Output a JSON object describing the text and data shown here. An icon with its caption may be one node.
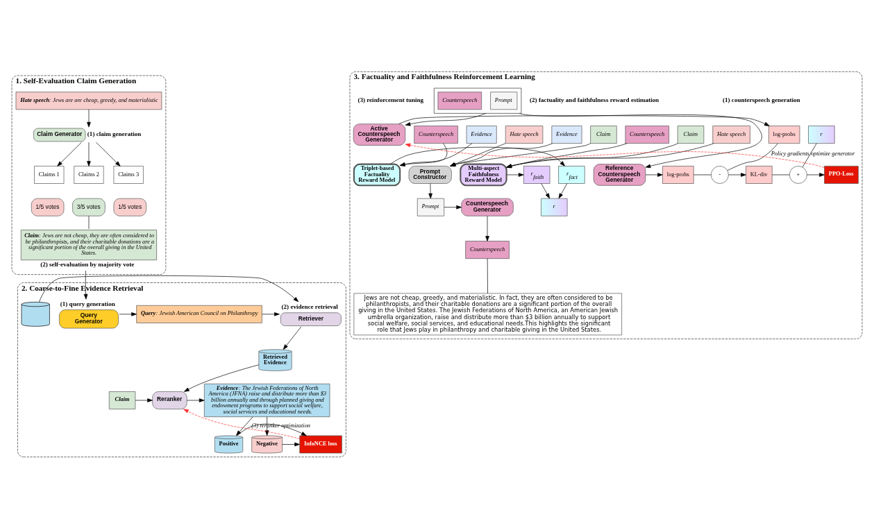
{
  "diagram": {
    "nodes": [
      {
        "text": [
          "1. Self-Evaluation Claim Generation"
        ]
      },
      {
        "text": [
          "**Hate speech**: Jews are are cheap, greedy, and materialistic"
        ],
        "in": 0
      },
      {
        "text": [
          "Claim Generator"
        ],
        "beside": [
          "(1) claim generation"
        ],
        "in": 0
      },
      {
        "text": [
          "Claims 1"
        ],
        "in": 0
      },
      {
        "text": [
          "Claims 2"
        ],
        "in": 0
      },
      {
        "text": [
          "Claims 3"
        ],
        "in": 0
      },
      {
        "text": [
          "1/5 votes"
        ],
        "in": 0
      },
      {
        "text": [
          "3/5 votes"
        ],
        "in": 0
      },
      {
        "text": [
          "1/5 votes"
        ],
        "in": 0
      },
      {
        "text": [
          "**Claim**: Jews are not cheap, they are often considered to be philanthropists, and their charitable donations are a significant portion of the overall giving in the United States."
        ],
        "beside": [
          "(2) self-evaluation by majority vote"
        ],
        "in": 0
      },
      {
        "text": [
          "2. Coarse-to-Fine Evidence Retrieval"
        ]
      },
      {
        "text": [
          "Query Generator"
        ],
        "beside": [
          "(1) query generation"
        ],
        "in": 10
      },
      {
        "text": [
          "**Query**: Jewish American Council on Philanthropy"
        ],
        "in": 10
      },
      {
        "text": [
          "Retriever"
        ],
        "beside": [
          "(2) evidence retrieval"
        ],
        "in": 10
      },
      {
        "text": [],
        "shape": "cylinder",
        "in": 10
      },
      {
        "text": [
          "Retrieved Evidence"
        ],
        "in": 10
      },
      {
        "text": [
          "Reranker"
        ],
        "in": 10
      },
      {
        "text": [
          "Claim"
        ],
        "in": 10
      },
      {
        "text": [
          "**Evidence**: The Jewish Federations of North America (JFNA) raise and distribute more than $3 billion annually and through planned giving and endowment programs to support social welfare, social services and educational needs."
        ],
        "in": 10
      },
      {
        "text": [
          "Positive"
        ],
        "in": 10
      },
      {
        "text": [
          "Negative"
        ],
        "in": 10
      },
      {
        "text": [
          "InfoNCE loss"
        ],
        "in": 10
      },
      {
        "text": [
          "3. Factuality and Faithfulness Reinforcement Learning"
        ]
      },
      {
        "text": [
          "Hate speech"
        ],
        "in": 22
      },
      {
        "text": [
          "Claim"
        ],
        "in": 22
      },
      {
        "text": [
          "Evidence"
        ],
        "in": 22
      },
      {
        "text": [
          "Prompt Constructor"
        ],
        "in": 22
      },
      {
        "text": [
          "Prompt"
        ],
        "in": 22
      },
      {
        "text": [
          "Counterspeech Generator"
        ],
        "in": 22
      },
      {
        "text": [
          "Counterspeech"
        ],
        "in": 22
      },
      {
        "text": [
          "Jews are not cheap, greedy, and materialistic. In fact, they are often considered to be philanthropists, and their charitable donations are a significant portion of the overall giving in the United States. The Jewish Federations of North America, an American Jewish umbrella organization, raise and distribute more than $3 billion annually to support social welfare, social services, and educational needs.This highlights the significant role that Jews play in philanthropy and charitable giving in the United States."
        ],
        "in": 22
      },
      {
        "text": [
          "Counterspeech"
        ],
        "in": 22
      },
      {
        "text": [
          "Evidence"
        ],
        "in": 22
      },
      {
        "text": [
          "Triplet-based Factuality Reward Model"
        ],
        "in": 22
      },
      {
        "text": [
          "r$_{fact}$"
        ],
        "in": 22
      },
      {
        "text": [
          "Counterspeech"
        ],
        "in": 22
      },
      {
        "text": [
          "Hate speech"
        ],
        "in": 22
      },
      {
        "text": [
          "Claim"
        ],
        "in": 22
      },
      {
        "text": [
          "Multi-aspect Faithfulness Reward Model"
        ],
        "in": 22
      },
      {
        "text": [
          "r$_{faith}$"
        ],
        "in": 22
      },
      {
        "text": [
          "r"
        ],
        "in": 22
      },
      {
        "text": [],
        "shape": "box",
        "in": 22
      },
      {
        "text": [
          "Prompt"
        ],
        "in": 41
      },
      {
        "text": [
          "Counterspeech"
        ],
        "in": 41
      },
      {
        "text": [
          "Active Counterspeech Generator"
        ],
        "in": 22
      },
      {
        "text": [
          "Reference Counterspeech Generator"
        ],
        "in": 22
      },
      {
        "text": [
          "log-probs"
        ],
        "in": 22
      },
      {
        "text": [
          "log-probs"
        ],
        "in": 22
      },
      {
        "text": [
          "-"
        ],
        "in": 22
      },
      {
        "text": [
          "r"
        ],
        "in": 22
      },
      {
        "text": [
          "KL-div"
        ],
        "in": 22
      },
      {
        "text": [
          "+"
        ],
        "in": 22
      },
      {
        "text": [
          "PPO-Loss"
        ],
        "in": 22
      }
    ],
    "edges": [
      {
        "from": 1,
        "to": 2,
        "arrow": "to"
      },
      {
        "from": 2,
        "to": 3,
        "arrow": "to"
      },
      {
        "from": 2,
        "to": 4,
        "arrow": "to"
      },
      {
        "from": 2,
        "to": 5,
        "arrow": "to"
      },
      {
        "from": 7,
        "to": 9,
        "arrow": "none"
      },
      {
        "from": 9,
        "to": 11,
        "arrow": "to"
      },
      {
        "from": 11,
        "to": 12,
        "arrow": "to"
      },
      {
        "from": 12,
        "to": 13,
        "arrow": "to"
      },
      {
        "from": 14,
        "to": 13,
        "arrow": "to"
      },
      {
        "from": 13,
        "to": 15,
        "arrow": "to"
      },
      {
        "from": 15,
        "to": 16,
        "arrow": "to"
      },
      {
        "from": 17,
        "to": 16,
        "arrow": "to"
      },
      {
        "from": 16,
        "to": 18,
        "arrow": "to"
      },
      {
        "from": 18,
        "to": 19,
        "arrow": "to"
      },
      {
        "from": 18,
        "to": 20,
        "arrow": "to"
      },
      {
        "from": 19,
        "to": 21,
        "arrow": "to"
      },
      {
        "from": 20,
        "to": 21,
        "arrow": "to"
      },
      {
        "from": 21,
        "to": 16,
        "arrow": "to",
        "label": "(3) reranker optimization",
        "style": "dashed",
        "color": "#ff3333"
      },
      {
        "from": 23,
        "to": 26,
        "arrow": "to"
      },
      {
        "from": 24,
        "to": 26,
        "arrow": "to"
      },
      {
        "from": 25,
        "to": 26,
        "arrow": "to"
      },
      {
        "from": 26,
        "to": 27,
        "arrow": "to"
      },
      {
        "from": 27,
        "to": 28,
        "arrow": "to"
      },
      {
        "from": 28,
        "to": 29,
        "arrow": "to"
      },
      {
        "from": 29,
        "to": 30,
        "arrow": "none"
      },
      {
        "from": 31,
        "to": 33,
        "arrow": "to"
      },
      {
        "from": 32,
        "to": 33,
        "arrow": "to"
      },
      {
        "from": 35,
        "to": 38,
        "arrow": "to"
      },
      {
        "from": 36,
        "to": 38,
        "arrow": "to"
      },
      {
        "from": 37,
        "to": 38,
        "arrow": "to"
      },
      {
        "from": 33,
        "to": 34,
        "arrow": "to"
      },
      {
        "from": 38,
        "to": 39,
        "arrow": "to"
      },
      {
        "from": 34,
        "to": 40,
        "arrow": "to"
      },
      {
        "from": 39,
        "to": 40,
        "arrow": "to"
      },
      {
        "from": 41,
        "to": 44,
        "arrow": "to"
      },
      {
        "from": 41,
        "to": 45,
        "arrow": "to"
      },
      {
        "from": 44,
        "to": 46,
        "arrow": "to"
      },
      {
        "from": 45,
        "to": 47,
        "arrow": "to"
      },
      {
        "from": 46,
        "to": 48,
        "arrow": "none"
      },
      {
        "from": 47,
        "to": 48,
        "arrow": "none"
      },
      {
        "from": 48,
        "to": 50,
        "arrow": "to"
      },
      {
        "from": 49,
        "to": 51,
        "arrow": "none"
      },
      {
        "from": 50,
        "to": 51,
        "arrow": "none"
      },
      {
        "from": 51,
        "to": 52,
        "arrow": "to"
      },
      {
        "from": 52,
        "to": 44,
        "arrow": "to",
        "label": "Policy gradients optimize generator",
        "style": "dashed",
        "color": "#ff3333"
      }
    ],
    "labels": [
      "(1) counterspeech generation",
      "(2) factuality and faithfulness reward estimation",
      "(3) reinforcement tuning"
    ]
  }
}
